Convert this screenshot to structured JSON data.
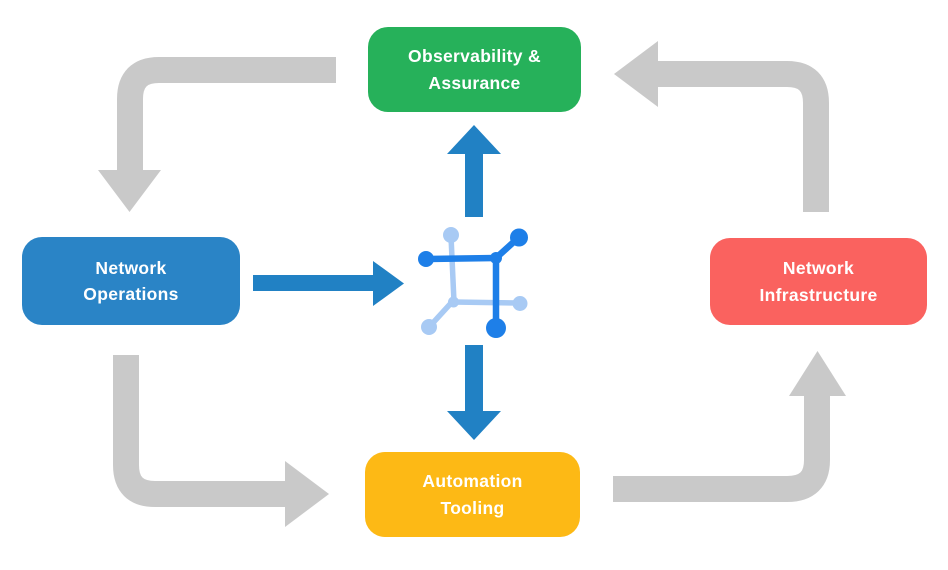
{
  "diagram": {
    "background_color": "#FFFFFF",
    "text_color": "#FFFFFF",
    "nodes": {
      "observability": {
        "line1": "Observability &",
        "line2": "Assurance",
        "color": "#26B15A"
      },
      "operations": {
        "line1": "Network",
        "line2": "Operations",
        "color": "#2A84C6"
      },
      "infrastructure": {
        "line1": "Network",
        "line2": "Infrastructure",
        "color": "#FA625F"
      },
      "automation": {
        "line1": "Automation",
        "line2": "Tooling",
        "color": "#FDB915"
      }
    },
    "center_icon": {
      "name": "network-automation-mesh-icon",
      "dark_blue": "#1E7FE8",
      "light_blue": "#A8CAF4"
    },
    "arrows": {
      "gray_color": "#C9C9C9",
      "blue_color": "#2181C4",
      "flows": [
        {
          "from": "observability",
          "to": "operations",
          "style": "gray"
        },
        {
          "from": "operations",
          "to": "automation",
          "style": "gray"
        },
        {
          "from": "automation",
          "to": "infrastructure",
          "style": "gray"
        },
        {
          "from": "infrastructure",
          "to": "observability",
          "style": "gray"
        },
        {
          "from": "operations",
          "to": "center-icon",
          "style": "blue"
        },
        {
          "from": "center-icon",
          "to": "observability",
          "style": "blue"
        },
        {
          "from": "center-icon",
          "to": "automation",
          "style": "blue"
        }
      ]
    }
  }
}
